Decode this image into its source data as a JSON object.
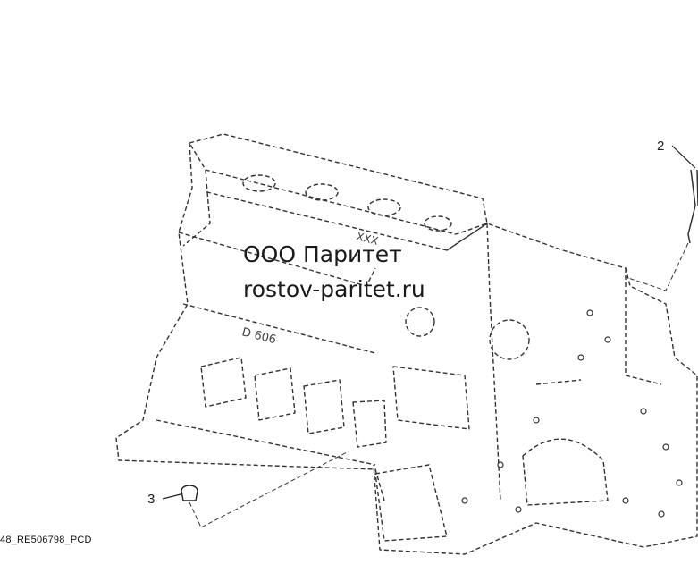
{
  "watermark": {
    "line1": "ООО Паритет",
    "line2": "rostov-paritet.ru"
  },
  "callouts": [
    "2",
    "3"
  ],
  "caption": "48_RE506798_PCD",
  "casting_text": {
    "top": "XXX",
    "side": "D 606"
  }
}
